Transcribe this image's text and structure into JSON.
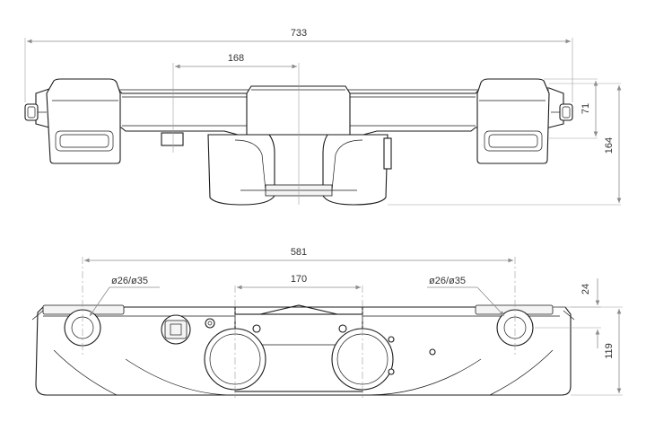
{
  "top_view": {
    "overall_width": "733",
    "center_spacing": "168",
    "upper_height": "71",
    "total_height": "164"
  },
  "front_view": {
    "outer_spacing": "581",
    "inner_spacing": "170",
    "left_diameter": "ø26/ø35",
    "right_diameter": "ø26/ø35",
    "upper_height": "24",
    "total_height": "119"
  }
}
